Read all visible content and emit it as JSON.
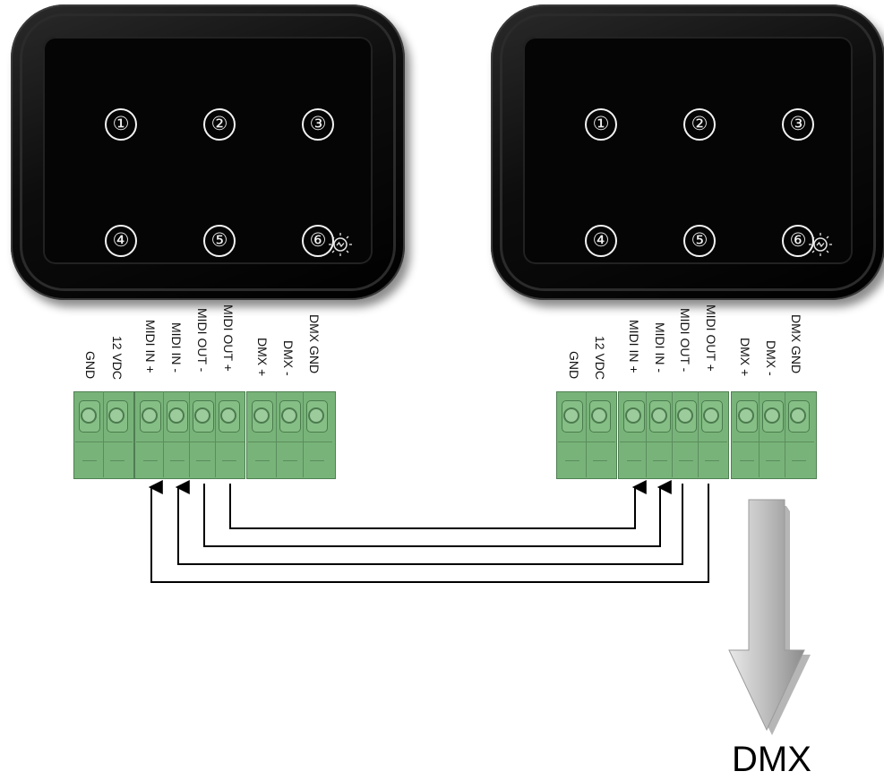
{
  "panels": [
    {
      "buttons": [
        "①",
        "②",
        "③",
        "④",
        "⑤",
        "⑥"
      ]
    },
    {
      "buttons": [
        "①",
        "②",
        "③",
        "④",
        "⑤",
        "⑥"
      ]
    }
  ],
  "terminal_labels": [
    "GND",
    "12 VDC",
    "MIDI IN +",
    "MIDI IN -",
    "MIDI OUT -",
    "MIDI OUT +",
    "DMX +",
    "DMX -",
    "DMX GND"
  ],
  "output_label": "DMX",
  "colors": {
    "panel": "#0a0a0a",
    "terminal": "#78b479",
    "wire": "#000000",
    "arrow": "#bdbdbd"
  },
  "icons": {
    "light_sensor": "sun-icon",
    "output_arrow": "arrow-down-icon"
  }
}
